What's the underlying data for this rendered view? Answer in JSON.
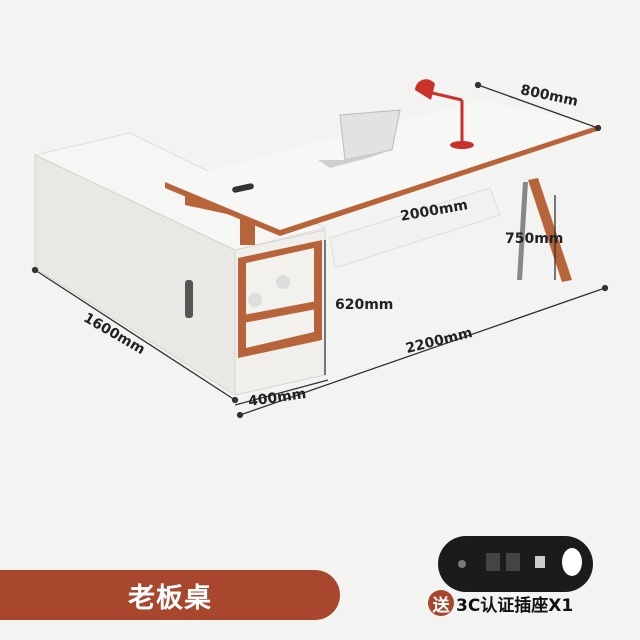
{
  "dimensions": {
    "depth_return": "800mm",
    "desk_width": "2000mm",
    "desk_height": "750mm",
    "cabinet_height": "620mm",
    "cabinet_length": "1600mm",
    "total_width": "2200mm",
    "cabinet_depth": "400mm"
  },
  "banner": {
    "title": "老板桌"
  },
  "gift": {
    "badge": "送",
    "text": "3C认证插座X1"
  },
  "colors": {
    "accent": "#a8472e",
    "wood": "#b8643a",
    "lamp": "#c8322a"
  }
}
